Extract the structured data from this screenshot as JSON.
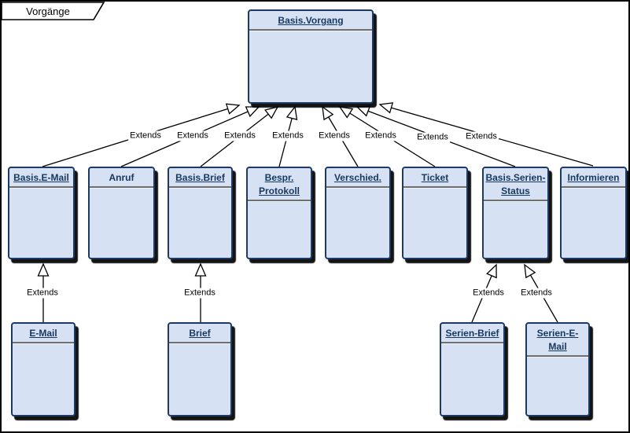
{
  "frame": {
    "label": "Vorgänge"
  },
  "colors": {
    "box_fill": "#d6e2f3",
    "box_border": "#1c3a64",
    "title_text": "#17375e",
    "shadow": "#000000",
    "divider": "#6f6f6f",
    "line": "#000000",
    "background": "#ffffff"
  },
  "classes": [
    {
      "id": "basis-vorgang",
      "label": "Basis.Vorgang",
      "underlined": true
    },
    {
      "id": "basis-email",
      "label": "Basis.E-Mail",
      "underlined": true
    },
    {
      "id": "anruf",
      "label": "Anruf",
      "underlined": false
    },
    {
      "id": "basis-brief",
      "label": "Basis.Brief",
      "underlined": true
    },
    {
      "id": "bespr-protokoll",
      "label": "Bespr. Protokoll",
      "underlined": true
    },
    {
      "id": "verschied",
      "label": "Verschied.",
      "underlined": true
    },
    {
      "id": "ticket",
      "label": "Ticket",
      "underlined": true
    },
    {
      "id": "basis-serien-status",
      "label": "Basis.Serien-Status",
      "underlined": true
    },
    {
      "id": "informieren",
      "label": "Informieren",
      "underlined": true
    },
    {
      "id": "email",
      "label": "E-Mail",
      "underlined": true
    },
    {
      "id": "brief",
      "label": "Brief",
      "underlined": true
    },
    {
      "id": "serien-brief",
      "label": "Serien-Brief",
      "underlined": true
    },
    {
      "id": "serien-email",
      "label": "Serien-E-Mail",
      "underlined": true
    }
  ],
  "relations": [
    {
      "from": "Basis.E-Mail",
      "to": "Basis.Vorgang",
      "label": "Extends"
    },
    {
      "from": "Anruf",
      "to": "Basis.Vorgang",
      "label": "Extends"
    },
    {
      "from": "Basis.Brief",
      "to": "Basis.Vorgang",
      "label": "Extends"
    },
    {
      "from": "Bespr. Protokoll",
      "to": "Basis.Vorgang",
      "label": "Extends"
    },
    {
      "from": "Verschied.",
      "to": "Basis.Vorgang",
      "label": "Extends"
    },
    {
      "from": "Ticket",
      "to": "Basis.Vorgang",
      "label": "Extends"
    },
    {
      "from": "Basis.Serien-Status",
      "to": "Basis.Vorgang",
      "label": "Extends"
    },
    {
      "from": "Informieren",
      "to": "Basis.Vorgang",
      "label": "Extends"
    },
    {
      "from": "E-Mail",
      "to": "Basis.E-Mail",
      "label": "Extends"
    },
    {
      "from": "Brief",
      "to": "Basis.Brief",
      "label": "Extends"
    },
    {
      "from": "Serien-Brief",
      "to": "Basis.Serien-Status",
      "label": "Extends"
    },
    {
      "from": "Serien-E-Mail",
      "to": "Basis.Serien-Status",
      "label": "Extends"
    }
  ]
}
